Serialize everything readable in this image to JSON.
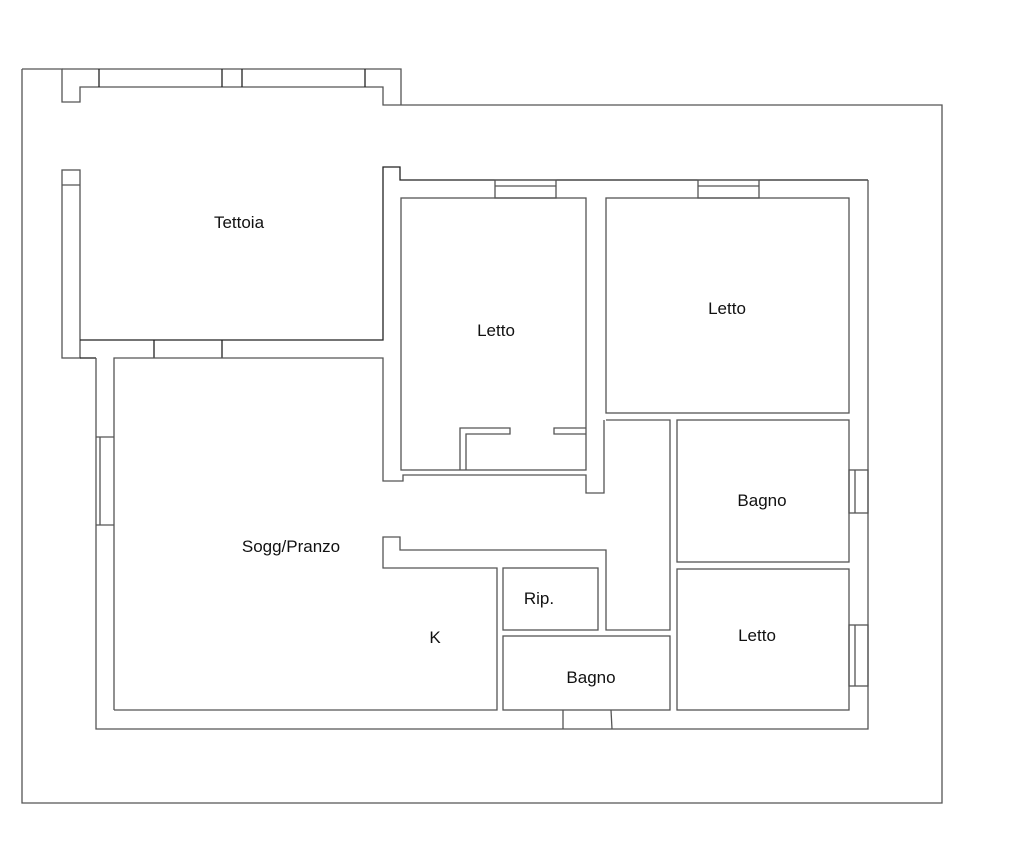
{
  "plan": {
    "rooms": {
      "tettoia": "Tettoia",
      "letto_1": "Letto",
      "letto_2": "Letto",
      "letto_3": "Letto",
      "bagno_1": "Bagno",
      "bagno_2": "Bagno",
      "soggiorno": "Sogg/Pranzo",
      "ripostiglio": "Rip.",
      "cucina": "K"
    },
    "line_color": "#555555"
  }
}
